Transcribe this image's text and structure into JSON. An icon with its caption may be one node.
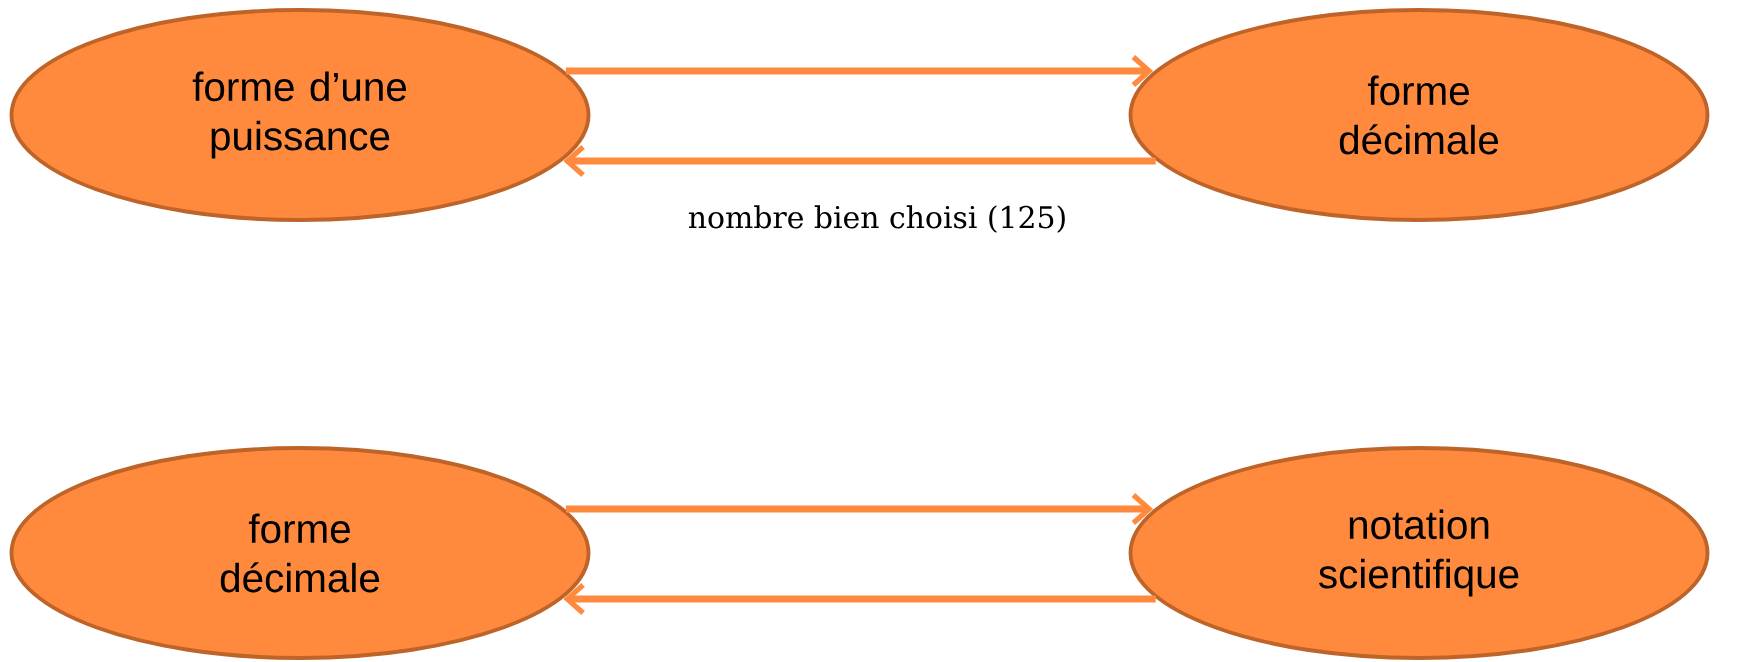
{
  "diagram": {
    "nodes": [
      {
        "text": [
          "forme d’une puissance"
        ]
      },
      {
        "text": [
          "forme décimale"
        ]
      },
      {
        "text": [
          "forme décimale"
        ]
      },
      {
        "text": [
          "notation scientifique"
        ]
      }
    ],
    "edges": [
      {
        "from": 0,
        "to": 1,
        "arrow": "to"
      },
      {
        "from": 1,
        "to": 0,
        "arrow": "to",
        "label": "nombre bien choisi (125)"
      },
      {
        "from": 2,
        "to": 3,
        "arrow": "to"
      },
      {
        "from": 3,
        "to": 2,
        "arrow": "to"
      }
    ]
  }
}
